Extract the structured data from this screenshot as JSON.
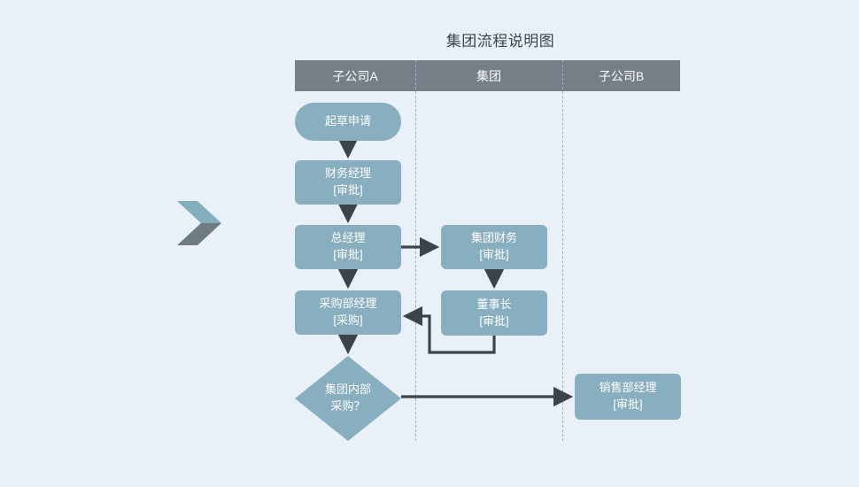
{
  "title": "集团流程说明图",
  "colors": {
    "background": "#eaf0f8",
    "lane_header_fill": "#767f88",
    "lane_header_text": "#ffffff",
    "node_fill": "#88afc0",
    "node_text": "#ffffff",
    "connector": "#3d4449",
    "lane_divider": "#8fb4ce",
    "title_text": "#3d4449",
    "chevron_top": "#84aebe",
    "chevron_bottom": "#6e7b82"
  },
  "lanes": [
    {
      "id": "lane-subsidiary-a",
      "label": "子公司A"
    },
    {
      "id": "lane-group",
      "label": "集团"
    },
    {
      "id": "lane-subsidiary-b",
      "label": "子公司B"
    }
  ],
  "nodes": [
    {
      "id": "draft-application",
      "lane": "子公司A",
      "shape": "stadium",
      "line1": "起草申请",
      "line2": ""
    },
    {
      "id": "finance-manager",
      "lane": "子公司A",
      "shape": "rectangle",
      "line1": "财务经理",
      "line2": "[审批]"
    },
    {
      "id": "general-manager",
      "lane": "子公司A",
      "shape": "rectangle",
      "line1": "总经理",
      "line2": "[审批]"
    },
    {
      "id": "purchasing-manager",
      "lane": "子公司A",
      "shape": "rectangle",
      "line1": "采购部经理",
      "line2": "[采购]"
    },
    {
      "id": "internal-purchase-decision",
      "lane": "子公司A",
      "shape": "diamond",
      "line1": "集团内部",
      "line2": "采购？"
    },
    {
      "id": "group-finance",
      "lane": "集团",
      "shape": "rectangle",
      "line1": "集团财务",
      "line2": "[审批]"
    },
    {
      "id": "chairman",
      "lane": "集团",
      "shape": "rectangle",
      "line1": "董事长",
      "line2": "[审批]"
    },
    {
      "id": "sales-manager",
      "lane": "子公司B",
      "shape": "rectangle",
      "line1": "销售部经理",
      "line2": "[审批]"
    }
  ],
  "edges": [
    {
      "from": "draft-application",
      "to": "finance-manager",
      "label": ""
    },
    {
      "from": "finance-manager",
      "to": "general-manager",
      "label": ""
    },
    {
      "from": "general-manager",
      "to": "purchasing-manager",
      "label": ""
    },
    {
      "from": "general-manager",
      "to": "group-finance",
      "label": ""
    },
    {
      "from": "group-finance",
      "to": "chairman",
      "label": ""
    },
    {
      "from": "chairman",
      "to": "purchasing-manager",
      "label": ""
    },
    {
      "from": "purchasing-manager",
      "to": "internal-purchase-decision",
      "label": ""
    },
    {
      "from": "internal-purchase-decision",
      "to": "sales-manager",
      "label": ""
    }
  ],
  "decoration": {
    "chevron": "chevron-right-icon"
  }
}
